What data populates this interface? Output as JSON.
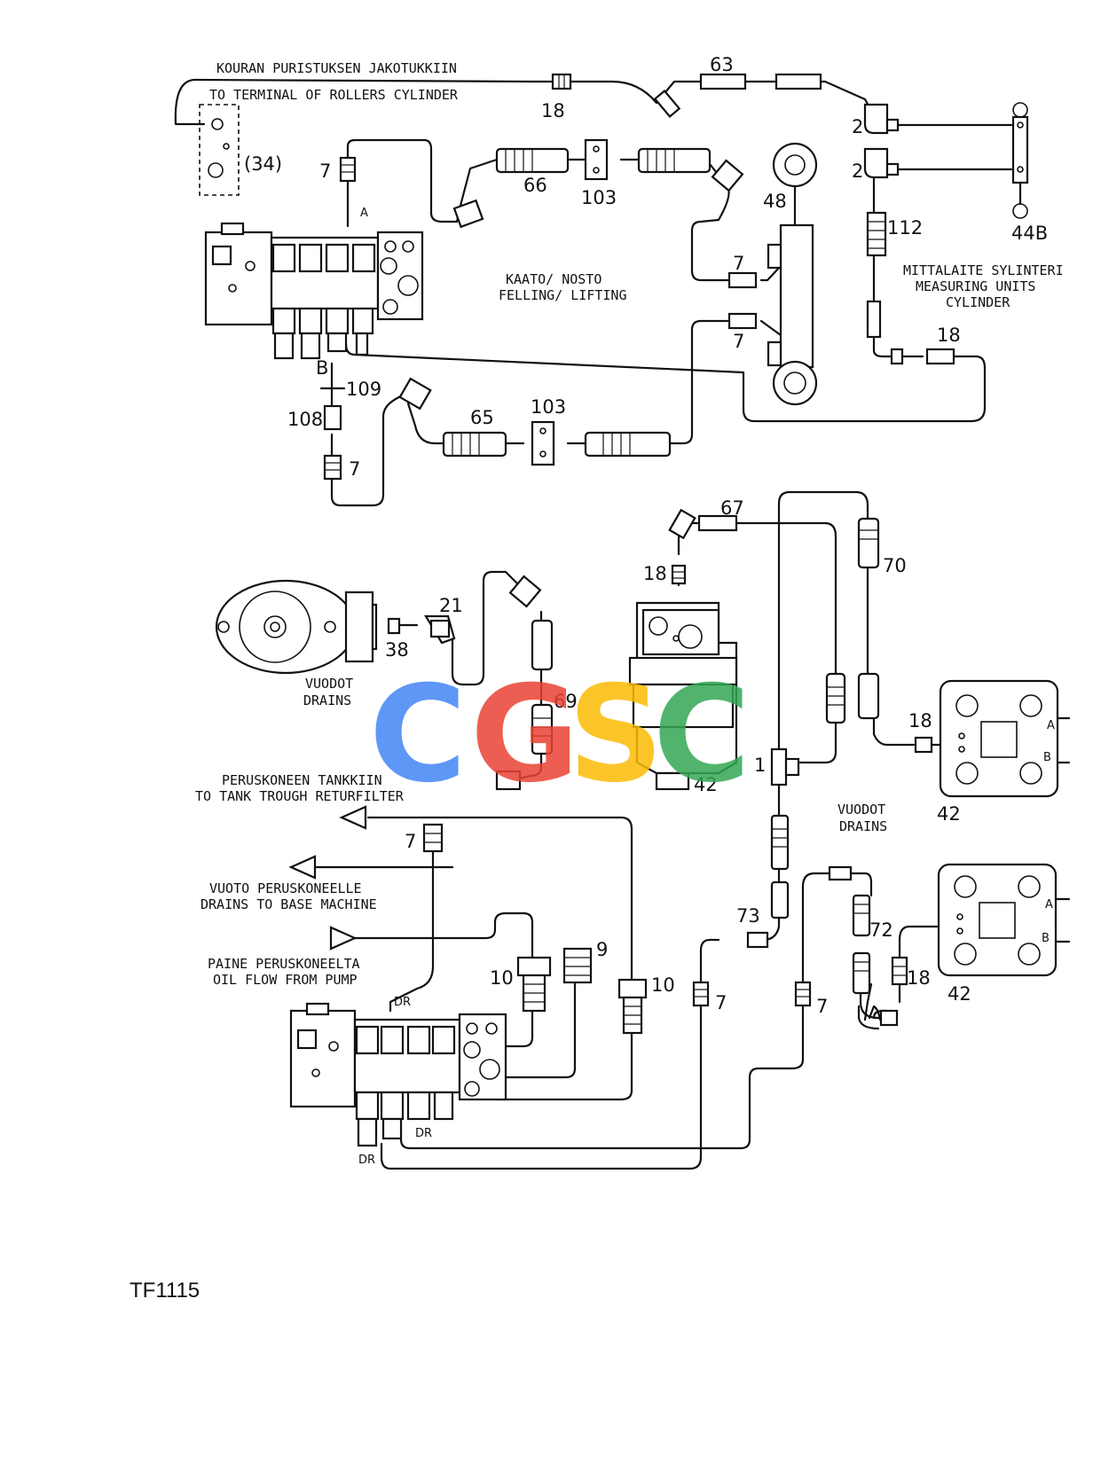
{
  "labels": {
    "kouran": "KOURAN PURISTUKSEN JAKOTUKKIIN",
    "terminal": "TO TERMINAL OF ROLLERS CYLINDER",
    "kaato": "KAATO/ NOSTO",
    "felling": "FELLING/ LIFTING",
    "mittalaite": "MITTALAITE SYLINTERI",
    "measuring": "MEASURING UNITS",
    "cylinder": "CYLINDER",
    "vuodot1": "VUODOT",
    "drains1": "DRAINS",
    "vuodot2": "VUODOT",
    "drains2": "DRAINS",
    "peruskoneen": "PERUSKONEEN TANKKIIN",
    "totank": "TO TANK TROUGH RETURFILTER",
    "vuoto": "VUOTO PERUSKONEELLE",
    "drainsbase": "DRAINS TO BASE MACHINE",
    "paine": "PAINE PERUSKONEELTA",
    "oilflow": "OIL FLOW FROM PUMP"
  },
  "numbers": {
    "n18a": "18",
    "n63": "63",
    "n2a": "2",
    "n2b": "2",
    "n44B": "44B",
    "n34": "(34)",
    "n7a": "7",
    "nA": "A",
    "n66": "66",
    "n103a": "103",
    "n48": "48",
    "n7b": "7",
    "n112": "112",
    "n7c": "7",
    "n18b": "18",
    "nB": "B",
    "n109": "109",
    "n108": "108",
    "n65": "65",
    "n103b": "103",
    "n7d": "7",
    "n67": "67",
    "n70": "70",
    "n18c": "18",
    "n21": "21",
    "n38": "38",
    "n69": "69",
    "n42a": "42",
    "n1": "1",
    "n18d": "18",
    "n42b": "42",
    "n7e": "7",
    "n73": "73",
    "n72": "72",
    "n9": "9",
    "n10a": "10",
    "n10b": "10",
    "n7f": "7",
    "n7g": "7",
    "n18e": "18",
    "n42c": "42",
    "dr1": "DR",
    "dr2": "DR",
    "dr3": "DR",
    "a1": "A",
    "b1": "B",
    "a2": "A",
    "b2": "B"
  },
  "figure_code": "TF1115",
  "watermark": {
    "letters": [
      "C",
      "G",
      "S",
      "C"
    ],
    "colors": [
      "#4285F4",
      "#EA4335",
      "#FBBC05",
      "#34A853"
    ]
  }
}
